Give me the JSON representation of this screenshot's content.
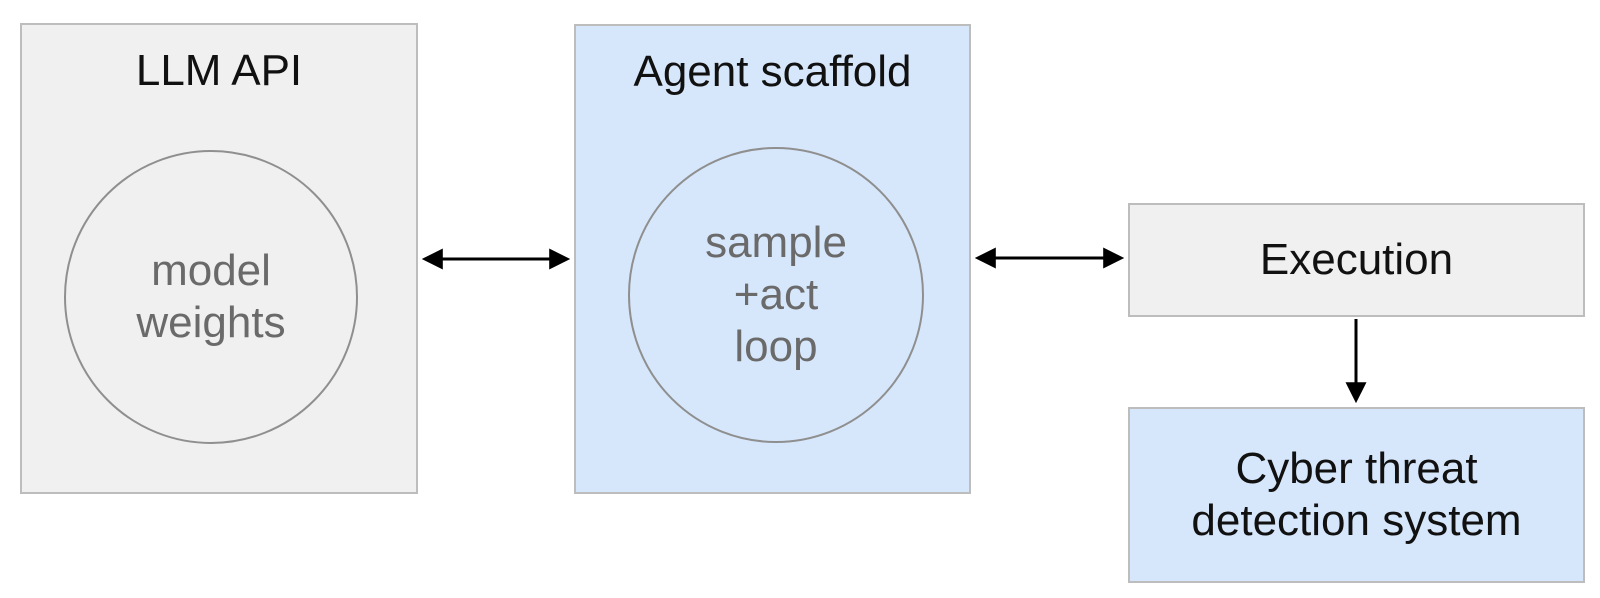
{
  "diagram": {
    "colors": {
      "background": "#ffffff",
      "gray_fill": "#f0f0f0",
      "blue_fill": "#d7e7fb",
      "box_border": "#bdbdbd",
      "circle_border": "#8f8f8f",
      "heading_text": "#111111",
      "inner_text": "#6a6a6a",
      "arrow": "#000000"
    },
    "nodes": {
      "llm_api": {
        "label": "LLM API",
        "inner_label": "model\nweights",
        "fill": "#f0f0f0"
      },
      "agent_scaffold": {
        "label": "Agent scaffold",
        "inner_label": "sample\n+act\nloop",
        "fill": "#d7e7fb"
      },
      "execution": {
        "label": "Execution",
        "fill": "#f0f0f0"
      },
      "cyber_threat": {
        "label": "Cyber threat\ndetection system",
        "fill": "#d7e7fb"
      }
    },
    "edges": [
      {
        "from": "LLM API",
        "to": "Agent scaffold",
        "type": "bidirectional-arrow"
      },
      {
        "from": "Agent scaffold",
        "to": "Execution",
        "type": "bidirectional-arrow"
      },
      {
        "from": "Execution",
        "to": "Cyber threat detection system",
        "type": "arrow-down"
      }
    ]
  }
}
